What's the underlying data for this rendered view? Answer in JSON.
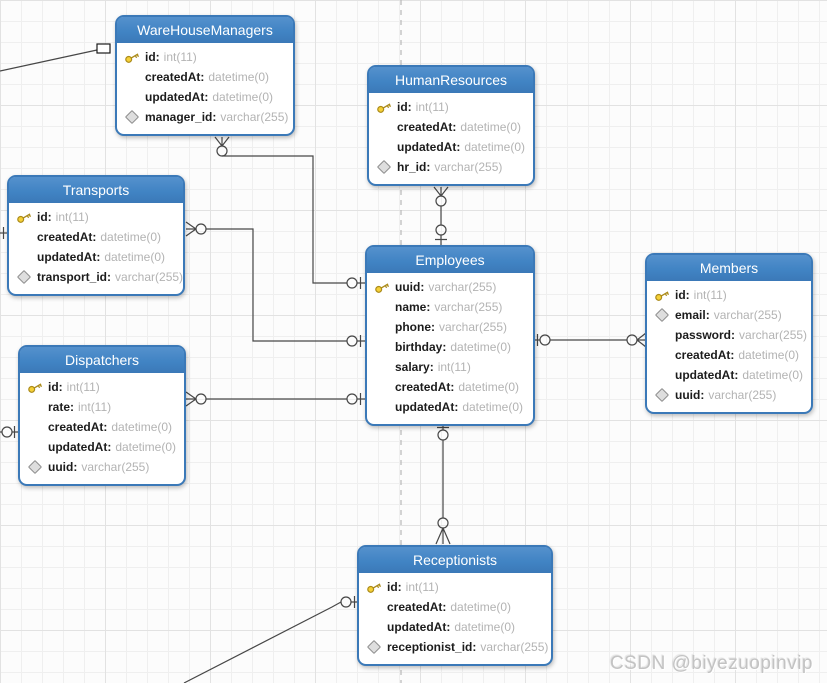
{
  "canvas": {
    "watermark": "CSDN @biyezuopinvip"
  },
  "colors": {
    "table_header": "#4184c4",
    "table_border": "#3b79b8",
    "relationship_line": "#474747",
    "page_boundary_line": "#b8b8b8",
    "key_icon": "#f6d138",
    "diamond_icon": "#dedede",
    "field_type_text": "#b3b3b3"
  },
  "tables": [
    {
      "name": "WareHouseManagers",
      "fields": [
        {
          "icon": "key",
          "name": "id",
          "type": "int(11)"
        },
        {
          "icon": "none",
          "name": "createdAt",
          "type": "datetime(0)"
        },
        {
          "icon": "none",
          "name": "updatedAt",
          "type": "datetime(0)"
        },
        {
          "icon": "diamond",
          "name": "manager_id",
          "type": "varchar(255)"
        }
      ]
    },
    {
      "name": "HumanResources",
      "fields": [
        {
          "icon": "key",
          "name": "id",
          "type": "int(11)"
        },
        {
          "icon": "none",
          "name": "createdAt",
          "type": "datetime(0)"
        },
        {
          "icon": "none",
          "name": "updatedAt",
          "type": "datetime(0)"
        },
        {
          "icon": "diamond",
          "name": "hr_id",
          "type": "varchar(255)"
        }
      ]
    },
    {
      "name": "Transports",
      "fields": [
        {
          "icon": "key",
          "name": "id",
          "type": "int(11)"
        },
        {
          "icon": "none",
          "name": "createdAt",
          "type": "datetime(0)"
        },
        {
          "icon": "none",
          "name": "updatedAt",
          "type": "datetime(0)"
        },
        {
          "icon": "diamond",
          "name": "transport_id",
          "type": "varchar(255)"
        }
      ]
    },
    {
      "name": "Employees",
      "fields": [
        {
          "icon": "key",
          "name": "uuid",
          "type": "varchar(255)"
        },
        {
          "icon": "none",
          "name": "name",
          "type": "varchar(255)"
        },
        {
          "icon": "none",
          "name": "phone",
          "type": "varchar(255)"
        },
        {
          "icon": "none",
          "name": "birthday",
          "type": "datetime(0)"
        },
        {
          "icon": "none",
          "name": "salary",
          "type": "int(11)"
        },
        {
          "icon": "none",
          "name": "createdAt",
          "type": "datetime(0)"
        },
        {
          "icon": "none",
          "name": "updatedAt",
          "type": "datetime(0)"
        }
      ]
    },
    {
      "name": "Members",
      "fields": [
        {
          "icon": "key",
          "name": "id",
          "type": "int(11)"
        },
        {
          "icon": "diamond",
          "name": "email",
          "type": "varchar(255)"
        },
        {
          "icon": "none",
          "name": "password",
          "type": "varchar(255)"
        },
        {
          "icon": "none",
          "name": "createdAt",
          "type": "datetime(0)"
        },
        {
          "icon": "none",
          "name": "updatedAt",
          "type": "datetime(0)"
        },
        {
          "icon": "diamond",
          "name": "uuid",
          "type": "varchar(255)"
        }
      ]
    },
    {
      "name": "Dispatchers",
      "fields": [
        {
          "icon": "key",
          "name": "id",
          "type": "int(11)"
        },
        {
          "icon": "none",
          "name": "rate",
          "type": "int(11)"
        },
        {
          "icon": "none",
          "name": "createdAt",
          "type": "datetime(0)"
        },
        {
          "icon": "none",
          "name": "updatedAt",
          "type": "datetime(0)"
        },
        {
          "icon": "diamond",
          "name": "uuid",
          "type": "varchar(255)"
        }
      ]
    },
    {
      "name": "Receptionists",
      "fields": [
        {
          "icon": "key",
          "name": "id",
          "type": "int(11)"
        },
        {
          "icon": "none",
          "name": "createdAt",
          "type": "datetime(0)"
        },
        {
          "icon": "none",
          "name": "updatedAt",
          "type": "datetime(0)"
        },
        {
          "icon": "diamond",
          "name": "receptionist_id",
          "type": "varchar(255)"
        }
      ]
    }
  ],
  "relationships": [
    {
      "from": "WareHouseManagers",
      "to": "Employees",
      "from_end": "zero-or-many",
      "to_end": "zero-or-one"
    },
    {
      "from": "HumanResources",
      "to": "Employees",
      "from_end": "zero-or-many",
      "to_end": "zero-or-one"
    },
    {
      "from": "Transports",
      "to": "Employees",
      "from_end": "zero-or-many",
      "to_end": "zero-or-one"
    },
    {
      "from": "Dispatchers",
      "to": "Employees",
      "from_end": "zero-or-many",
      "to_end": "zero-or-one"
    },
    {
      "from": "Employees",
      "to": "Members",
      "from_end": "one-and-only-one",
      "to_end": "zero-or-many"
    },
    {
      "from": "Employees",
      "to": "Receptionists",
      "from_end": "one-and-only-one",
      "to_end": "zero-or-many"
    },
    {
      "from": "Receptionists",
      "to": "off-canvas-bottom-left",
      "from_end": "zero-or-one",
      "to_end": "unknown"
    },
    {
      "from": "WareHouseManagers",
      "to": "off-canvas-top-left",
      "from_end": "square-handle",
      "to_end": "unknown"
    },
    {
      "from": "Transports",
      "to": "off-canvas-left",
      "from_end": "one",
      "to_end": "unknown"
    },
    {
      "from": "Dispatchers",
      "to": "off-canvas-left",
      "from_end": "zero-or-one",
      "to_end": "unknown"
    }
  ]
}
